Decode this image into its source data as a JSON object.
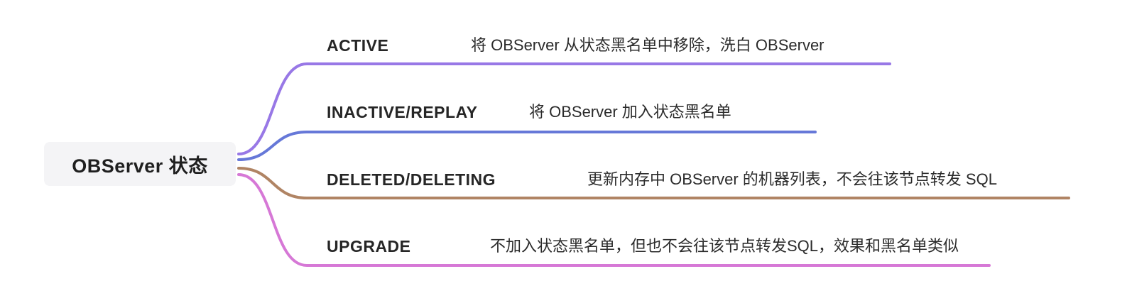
{
  "root": {
    "label": "OBServer 状态"
  },
  "branches": [
    {
      "label": "ACTIVE",
      "description": "将 OBServer 从状态黑名单中移除，洗白 OBServer",
      "color": "#9878e6"
    },
    {
      "label": "INACTIVE/REPLAY",
      "description": "将 OBServer 加入状态黑名单",
      "color": "#6678d8"
    },
    {
      "label": "DELETED/DELETING",
      "description": "更新内存中 OBServer 的机器列表，不会往该节点转发 SQL",
      "color": "#b08464"
    },
    {
      "label": "UPGRADE",
      "description": "不加入状态黑名单，但也不会往该节点转发SQL，效果和黑名单类似",
      "color": "#d678d6"
    }
  ]
}
